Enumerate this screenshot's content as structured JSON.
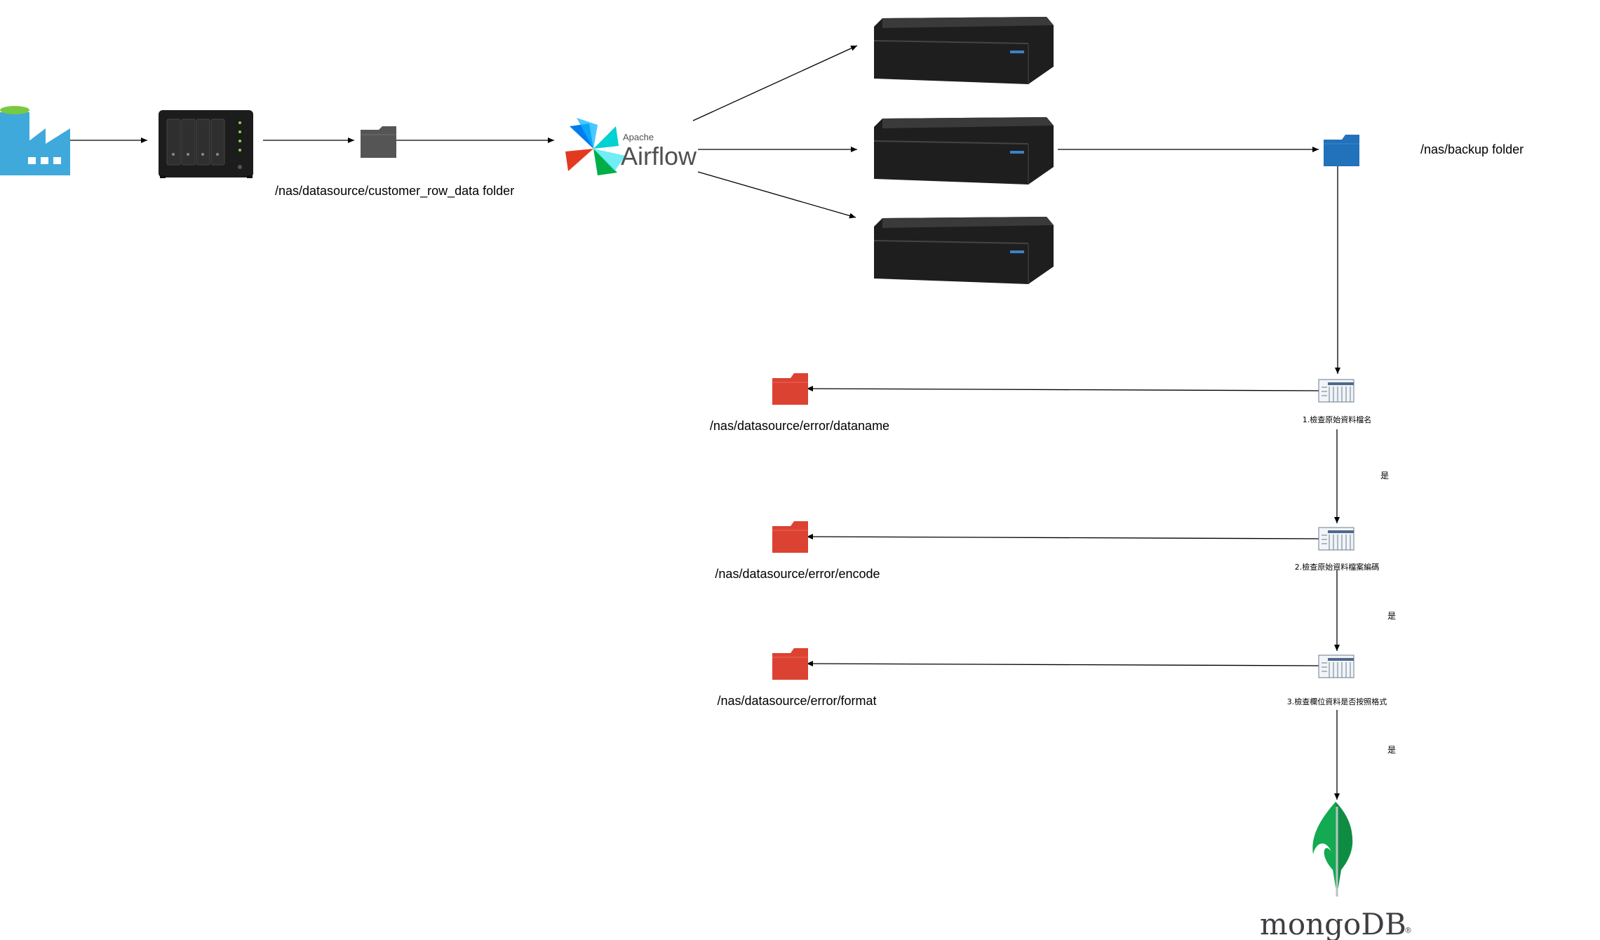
{
  "diagram": {
    "colors": {
      "factory": "#3fa9dc",
      "nas_device": "#1c1c1c",
      "source_folder": "#555555",
      "backup_folder": "#2172ba",
      "error_folder": "#dc4232",
      "server": "#1e1e1e",
      "airflow_blue": "#017cee",
      "airflow_green": "#00ad46",
      "airflow_red": "#e43921",
      "airflow_teal": "#04d1d2",
      "mongo_green": "#13aa52",
      "mongo_text": "#3f3e42"
    },
    "nodes": {
      "factory": {
        "icon": "factory-icon"
      },
      "nas": {
        "icon": "nas-server-icon"
      },
      "source_folder": {
        "icon": "folder-icon",
        "label": "/nas/datasource/customer_row_data folder"
      },
      "airflow": {
        "icon": "airflow-pinwheel-icon",
        "label_small": "Apache",
        "label_big": "Airflow"
      },
      "server_1": {
        "icon": "rack-server-icon"
      },
      "server_2": {
        "icon": "rack-server-icon"
      },
      "server_3": {
        "icon": "rack-server-icon"
      },
      "backup_folder": {
        "icon": "folder-icon",
        "label": "/nas/backup folder"
      },
      "check_1": {
        "icon": "report-icon",
        "label": "1.檢查原始資料檔名"
      },
      "check_2": {
        "icon": "report-icon",
        "label": "2.檢查原始資料檔案編碼"
      },
      "check_3": {
        "icon": "report-icon",
        "label": "3.檢查欄位資料是否按照格式"
      },
      "error_dataname": {
        "icon": "folder-icon",
        "label": "/nas/datasource/error/dataname"
      },
      "error_encode": {
        "icon": "folder-icon",
        "label": "/nas/datasource/error/encode"
      },
      "error_format": {
        "icon": "folder-icon",
        "label": "/nas/datasource/error/format"
      },
      "mongodb": {
        "icon": "mongodb-leaf-icon",
        "label": "mongoDB",
        "mark": "®"
      }
    },
    "edge_labels": {
      "check1_to_check2": "是",
      "check2_to_check3": "是",
      "check3_to_mongodb": "是"
    }
  }
}
